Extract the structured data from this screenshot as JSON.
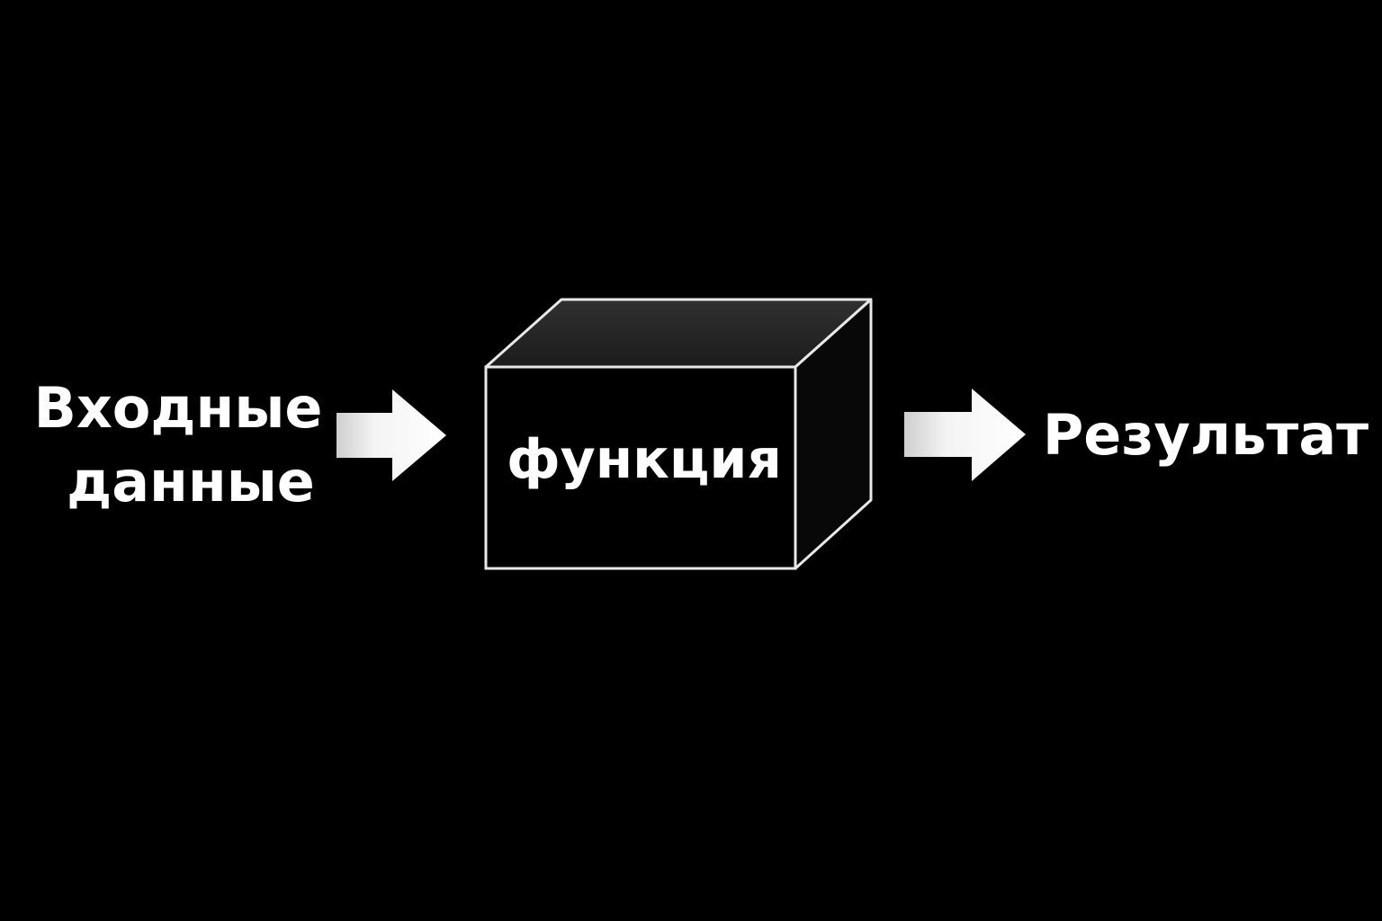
{
  "diagram": {
    "input_label_line1": "Входные",
    "input_label_line2": "данные",
    "function_label": "функция",
    "output_label": "Результат"
  },
  "colors": {
    "background": "#000000",
    "box_outline": "#e8e8e8",
    "box_top_face": "#262626",
    "box_side_face": "#080808",
    "arrow_fill": "#f2f2f2",
    "text": "#ffffff"
  },
  "icons": {
    "input_arrow": "arrow-right-icon",
    "output_arrow": "arrow-right-icon",
    "function_box": "3d-box-icon"
  }
}
